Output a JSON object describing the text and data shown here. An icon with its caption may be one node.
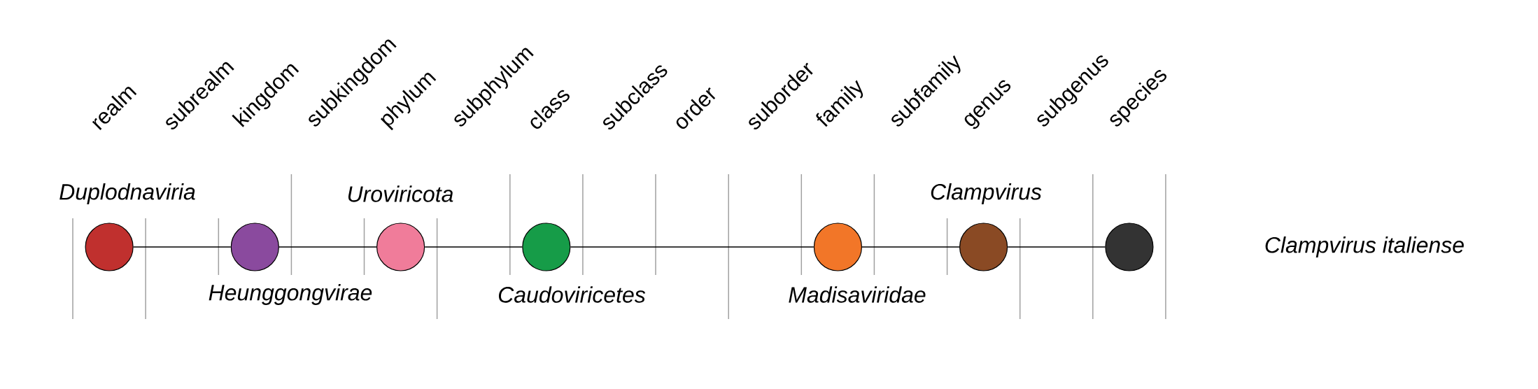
{
  "diagram": {
    "nodes": [
      {
        "text": [],
        "shape": "circle",
        "beside": [
          "Duplodnaviria"
        ]
      },
      {
        "text": [],
        "shape": "circle",
        "beside": [
          "Heunggongvirae"
        ]
      },
      {
        "text": [],
        "shape": "circle",
        "beside": [
          "Uroviricota"
        ]
      },
      {
        "text": [],
        "shape": "circle",
        "beside": [
          "Caudoviricetes"
        ]
      },
      {
        "text": [],
        "shape": "circle",
        "beside": [
          "Madisaviridae"
        ]
      },
      {
        "text": [],
        "shape": "circle",
        "beside": [
          "Clampvirus"
        ]
      },
      {
        "text": [],
        "shape": "circle"
      }
    ],
    "edges": [
      {
        "from": 0,
        "to": 1,
        "arrow": "none"
      },
      {
        "from": 1,
        "to": 2,
        "arrow": "none"
      },
      {
        "from": 2,
        "to": 3,
        "arrow": "none"
      },
      {
        "from": 3,
        "to": 4,
        "arrow": "none"
      },
      {
        "from": 4,
        "to": 5,
        "arrow": "none"
      },
      {
        "from": 5,
        "to": 6,
        "arrow": "none"
      }
    ],
    "labels": [
      "realm",
      "subrealm",
      "kingdom",
      "subkingdom",
      "phylum",
      "subphylum",
      "class",
      "subclass",
      "order",
      "suborder",
      "family",
      "subfamily",
      "genus",
      "subgenus",
      "species",
      "Clampvirus italiense"
    ]
  }
}
